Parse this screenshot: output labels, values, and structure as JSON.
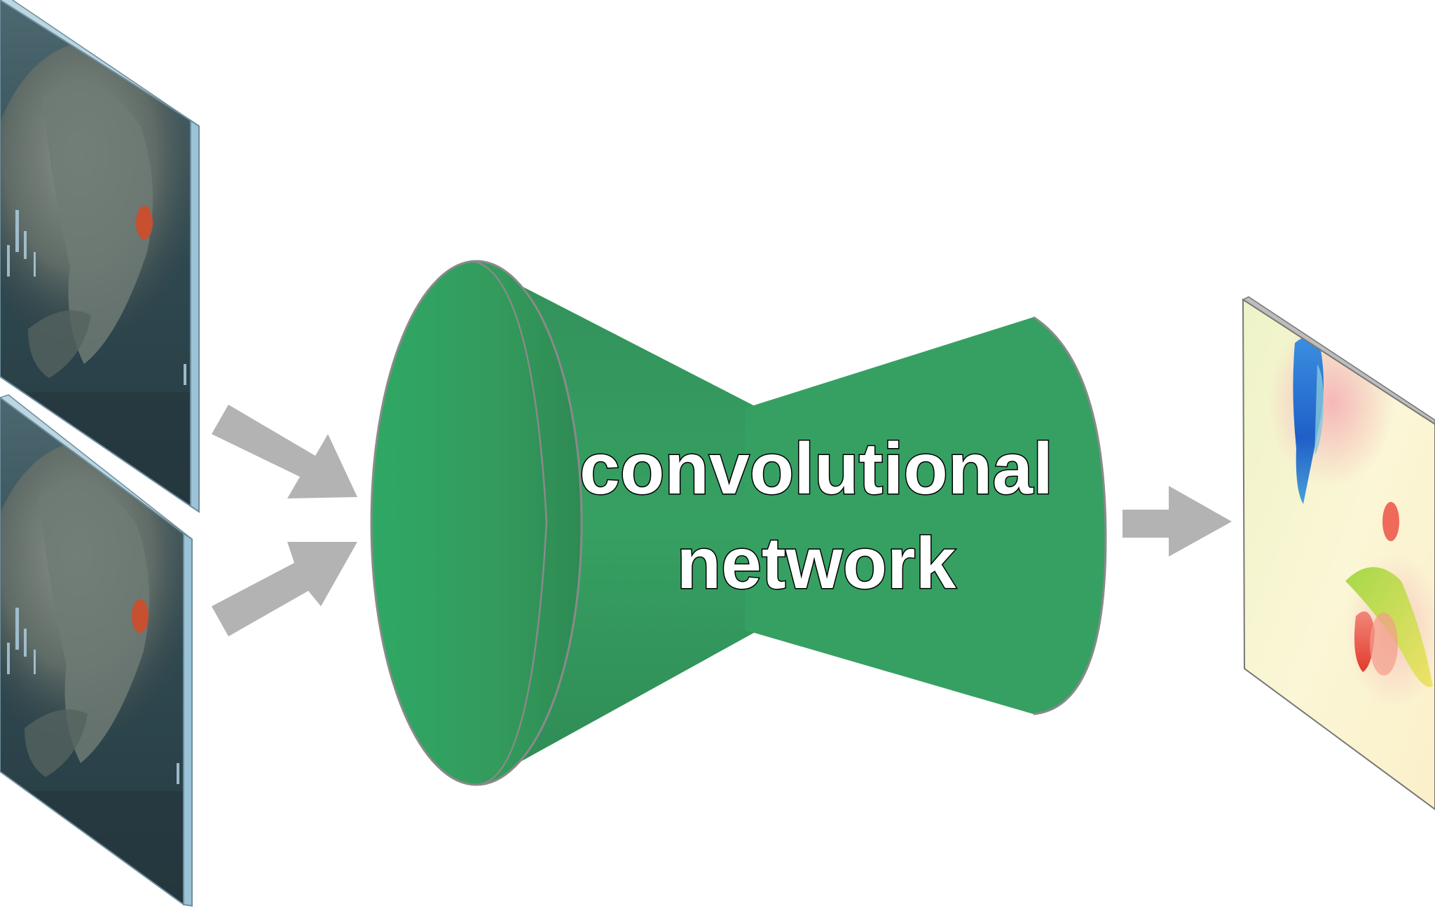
{
  "network": {
    "label_line1": "convolutional",
    "label_line2": "network",
    "body_color": "#339b5c",
    "edge_color": "#888888"
  },
  "inputs": {
    "count": 2,
    "scene_colors": [
      "#3a5a63",
      "#5f6f6a",
      "#a8c7d8",
      "#c6502f"
    ]
  },
  "output": {
    "flow_colors": [
      "#fbf7d2",
      "#2a7bd4",
      "#f7b9b4",
      "#ef4a3a",
      "#c8d84a"
    ]
  },
  "arrows": {
    "color": "#b3b3b3"
  },
  "icons": [
    "input-frame-icon",
    "arrow-icon",
    "flow-field-icon"
  ]
}
